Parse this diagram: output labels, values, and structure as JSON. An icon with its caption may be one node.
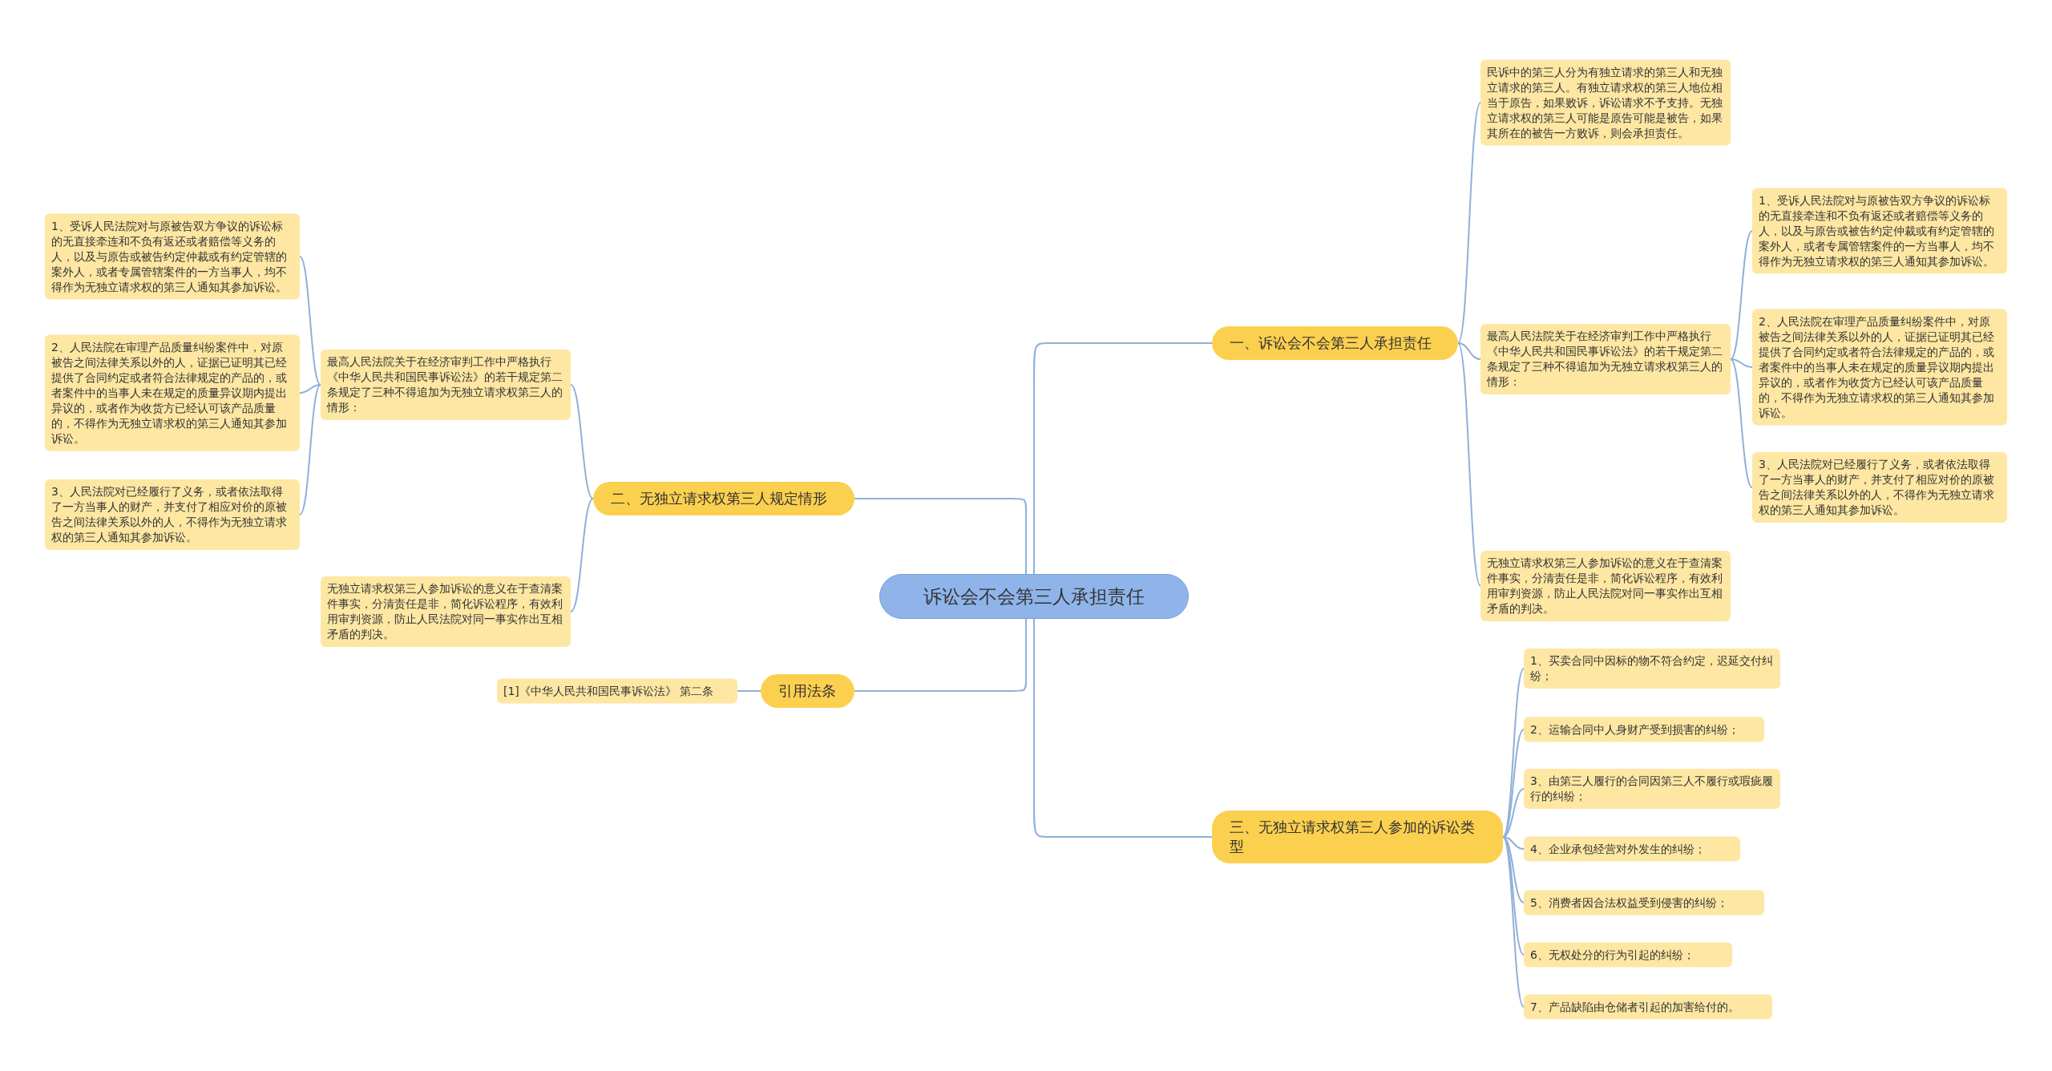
{
  "diagram": {
    "nodes": [
      {
        "text": [
          "诉讼会不会第三人承担责任"
        ]
      },
      {
        "text": [
          "一、诉讼会不会第三人承担责任"
        ]
      },
      {
        "text": [
          "民诉中的第三人分为有独立请求的第三人和无独立请求的第三人。有独立请求权的第三人地位相当于原告，如果败诉，诉讼请求不予支持。无独立请求权的第三人可能是原告可能是被告，如果其所在的被告一方败诉，则会承担责任。"
        ]
      },
      {
        "text": [
          "最高人民法院关于在经济审判工作中严格执行《中华人民共和国民事诉讼法》的若干规定第二条规定了三种不得追加为无独立请求权第三人的情形："
        ]
      },
      {
        "text": [
          "1、受诉人民法院对与原被告双方争议的诉讼标的无直接牵连和不负有返还或者赔偿等义务的人，以及与原告或被告约定仲裁或有约定管辖的案外人，或者专属管辖案件的一方当事人，均不得作为无独立请求权的第三人通知其参加诉讼。"
        ]
      },
      {
        "text": [
          "2、人民法院在审理产品质量纠纷案件中，对原被告之间法律关系以外的人，证据已证明其已经提供了合同约定或者符合法律规定的产品的，或者案件中的当事人未在规定的质量异议期内提出异议的，或者作为收货方已经认可该产品质量的，不得作为无独立请求权的第三人通知其参加诉讼。"
        ]
      },
      {
        "text": [
          "3、人民法院对已经履行了义务，或者依法取得了一方当事人的财产，并支付了相应对价的原被告之间法律关系以外的人，不得作为无独立请求权的第三人通知其参加诉讼。"
        ]
      },
      {
        "text": [
          "无独立请求权第三人参加诉讼的意义在于查清案件事实，分清责任是非，简化诉讼程序，有效利用审判资源，防止人民法院对同一事实作出互相矛盾的判决。"
        ]
      },
      {
        "text": [
          "二、无独立请求权第三人规定情形"
        ]
      },
      {
        "text": [
          "最高人民法院关于在经济审判工作中严格执行《中华人民共和国民事诉讼法》的若干规定第二条规定了三种不得追加为无独立请求权第三人的情形："
        ]
      },
      {
        "text": [
          "1、受诉人民法院对与原被告双方争议的诉讼标的无直接牵连和不负有返还或者赔偿等义务的人，以及与原告或被告约定仲裁或有约定管辖的案外人，或者专属管辖案件的一方当事人，均不得作为无独立请求权的第三人通知其参加诉讼。"
        ]
      },
      {
        "text": [
          "2、人民法院在审理产品质量纠纷案件中，对原被告之间法律关系以外的人，证据已证明其已经提供了合同约定或者符合法律规定的产品的，或者案件中的当事人未在规定的质量异议期内提出异议的，或者作为收货方已经认可该产品质量的，不得作为无独立请求权的第三人通知其参加诉讼。"
        ]
      },
      {
        "text": [
          "3、人民法院对已经履行了义务，或者依法取得了一方当事人的财产，并支付了相应对价的原被告之间法律关系以外的人，不得作为无独立请求权的第三人通知其参加诉讼。"
        ]
      },
      {
        "text": [
          "无独立请求权第三人参加诉讼的意义在于查清案件事实，分清责任是非，简化诉讼程序，有效利用审判资源，防止人民法院对同一事实作出互相矛盾的判决。"
        ]
      },
      {
        "text": [
          "引用法条"
        ]
      },
      {
        "text": [
          "[1]《中华人民共和国民事诉讼法》 第二条"
        ]
      },
      {
        "text": [
          "三、无独立请求权第三人参加的诉讼类型"
        ]
      },
      {
        "text": [
          "1、买卖合同中因标的物不符合约定，迟延交付纠纷；"
        ]
      },
      {
        "text": [
          "2、运输合同中人身财产受到损害的纠纷；"
        ]
      },
      {
        "text": [
          "3、由第三人履行的合同因第三人不履行或瑕疵履行的纠纷；"
        ]
      },
      {
        "text": [
          "4、企业承包经营对外发生的纠纷；"
        ]
      },
      {
        "text": [
          "5、消费者因合法权益受到侵害的纠纷；"
        ]
      },
      {
        "text": [
          "6、无权处分的行为引起的纠纷；"
        ]
      },
      {
        "text": [
          "7、产品缺陷由仓储者引起的加害给付的。"
        ]
      }
    ],
    "edges": [
      {
        "from": 0,
        "to": 1,
        "arrow": "none"
      },
      {
        "from": 1,
        "to": 2,
        "arrow": "none"
      },
      {
        "from": 1,
        "to": 3,
        "arrow": "none"
      },
      {
        "from": 1,
        "to": 7,
        "arrow": "none"
      },
      {
        "from": 3,
        "to": 4,
        "arrow": "none"
      },
      {
        "from": 3,
        "to": 5,
        "arrow": "none"
      },
      {
        "from": 3,
        "to": 6,
        "arrow": "none"
      },
      {
        "from": 0,
        "to": 8,
        "arrow": "none"
      },
      {
        "from": 8,
        "to": 9,
        "arrow": "none"
      },
      {
        "from": 8,
        "to": 13,
        "arrow": "none"
      },
      {
        "from": 9,
        "to": 10,
        "arrow": "none"
      },
      {
        "from": 9,
        "to": 11,
        "arrow": "none"
      },
      {
        "from": 9,
        "to": 12,
        "arrow": "none"
      },
      {
        "from": 0,
        "to": 14,
        "arrow": "none"
      },
      {
        "from": 14,
        "to": 15,
        "arrow": "none"
      },
      {
        "from": 0,
        "to": 16,
        "arrow": "none"
      },
      {
        "from": 16,
        "to": 17,
        "arrow": "none"
      },
      {
        "from": 16,
        "to": 18,
        "arrow": "none"
      },
      {
        "from": 16,
        "to": 19,
        "arrow": "none"
      },
      {
        "from": 16,
        "to": 20,
        "arrow": "none"
      },
      {
        "from": 16,
        "to": 21,
        "arrow": "none"
      },
      {
        "from": 16,
        "to": 22,
        "arrow": "none"
      },
      {
        "from": 16,
        "to": 23,
        "arrow": "none"
      }
    ]
  }
}
